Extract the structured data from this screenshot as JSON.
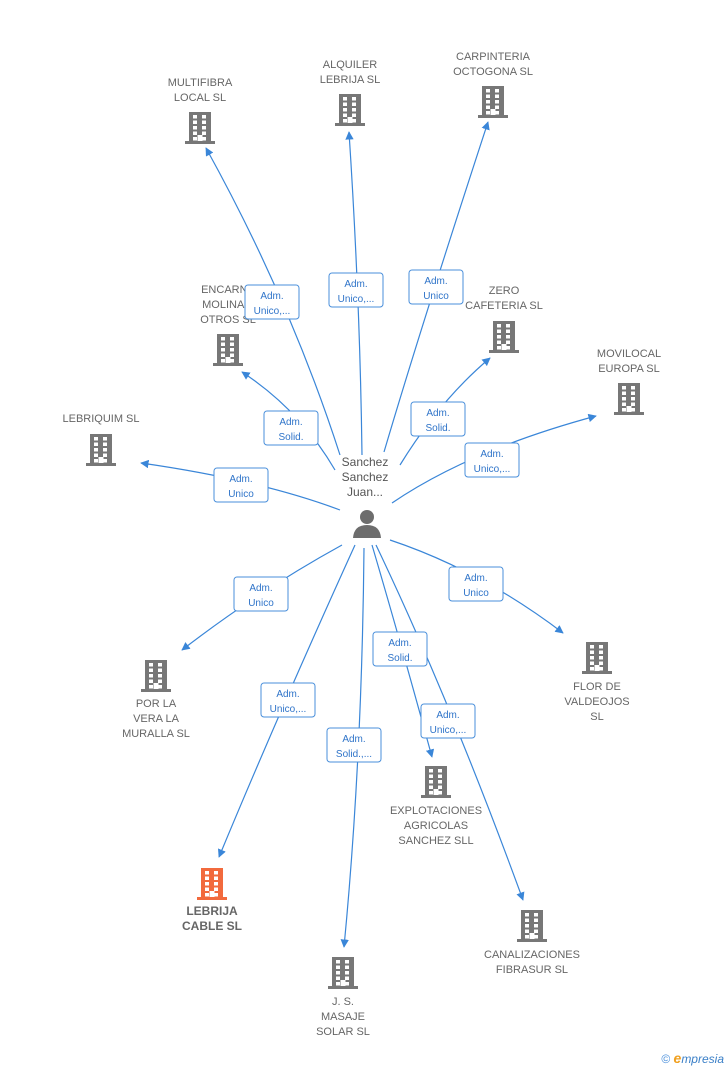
{
  "center": {
    "label_lines": [
      "Sanchez",
      "Sanchez",
      "Juan..."
    ],
    "icon": "person-icon"
  },
  "colors": {
    "edge": "#3a86d8",
    "node": "#777777",
    "highlight": "#f26a3d",
    "label": "#666666"
  },
  "nodes": [
    {
      "id": "multifibra",
      "label_lines": [
        "MULTIFIBRA",
        "LOCAL  SL"
      ],
      "icon": "building-icon",
      "highlight": false
    },
    {
      "id": "alquiler",
      "label_lines": [
        "ALQUILER",
        "LEBRIJA  SL"
      ],
      "icon": "building-icon",
      "highlight": false
    },
    {
      "id": "carpinteria",
      "label_lines": [
        "CARPINTERIA",
        "OCTOGONA SL"
      ],
      "icon": "building-icon",
      "highlight": false
    },
    {
      "id": "encarna",
      "label_lines": [
        "ENCARNA",
        "MOLINA Y",
        "OTROS SL"
      ],
      "icon": "building-icon",
      "highlight": false
    },
    {
      "id": "zero",
      "label_lines": [
        "ZERO",
        "CAFETERIA  SL"
      ],
      "icon": "building-icon",
      "highlight": false
    },
    {
      "id": "movilocal",
      "label_lines": [
        "MOVILOCAL",
        "EUROPA  SL"
      ],
      "icon": "building-icon",
      "highlight": false
    },
    {
      "id": "lebriquim",
      "label_lines": [
        "LEBRIQUIM  SL"
      ],
      "icon": "building-icon",
      "highlight": false
    },
    {
      "id": "porlavera",
      "label_lines": [
        "POR LA",
        "VERA LA",
        "MURALLA  SL"
      ],
      "icon": "building-icon",
      "highlight": false
    },
    {
      "id": "flor",
      "label_lines": [
        "FLOR DE",
        "VALDEOJOS",
        "SL"
      ],
      "icon": "building-icon",
      "highlight": false
    },
    {
      "id": "explotaciones",
      "label_lines": [
        "EXPLOTACIONES",
        "AGRICOLAS",
        "SANCHEZ SLL"
      ],
      "icon": "building-icon",
      "highlight": false
    },
    {
      "id": "lebrija",
      "label_lines": [
        "LEBRIJA",
        "CABLE  SL"
      ],
      "icon": "building-icon",
      "highlight": true
    },
    {
      "id": "canalizaciones",
      "label_lines": [
        "CANALIZACIONES",
        "FIBRASUR  SL"
      ],
      "icon": "building-icon",
      "highlight": false
    },
    {
      "id": "jsmasaje",
      "label_lines": [
        "J. S.",
        "MASAJE",
        "SOLAR SL"
      ],
      "icon": "building-icon",
      "highlight": false
    }
  ],
  "edges": [
    {
      "to": "multifibra",
      "label_lines": [
        "Adm.",
        "Unico,..."
      ]
    },
    {
      "to": "alquiler",
      "label_lines": [
        "Adm.",
        "Unico,..."
      ]
    },
    {
      "to": "carpinteria",
      "label_lines": [
        "Adm.",
        "Unico"
      ]
    },
    {
      "to": "encarna",
      "label_lines": [
        "Adm.",
        "Solid."
      ]
    },
    {
      "to": "zero",
      "label_lines": [
        "Adm.",
        "Solid."
      ]
    },
    {
      "to": "movilocal",
      "label_lines": [
        "Adm.",
        "Unico,..."
      ]
    },
    {
      "to": "lebriquim",
      "label_lines": [
        "Adm.",
        "Unico"
      ]
    },
    {
      "to": "porlavera",
      "label_lines": [
        "Adm.",
        "Unico"
      ]
    },
    {
      "to": "flor",
      "label_lines": [
        "Adm.",
        "Unico"
      ]
    },
    {
      "to": "explotaciones",
      "label_lines": [
        "Adm.",
        "Solid."
      ]
    },
    {
      "to": "canalizaciones",
      "label_lines": [
        "Adm.",
        "Unico,..."
      ]
    },
    {
      "to": "lebrija",
      "label_lines": [
        "Adm.",
        "Unico,..."
      ]
    },
    {
      "to": "jsmasaje",
      "label_lines": [
        "Adm.",
        "Solid.,..."
      ]
    }
  ],
  "footer": {
    "copyright": "©",
    "brand_initial": "e",
    "brand_rest": "mpresia"
  }
}
